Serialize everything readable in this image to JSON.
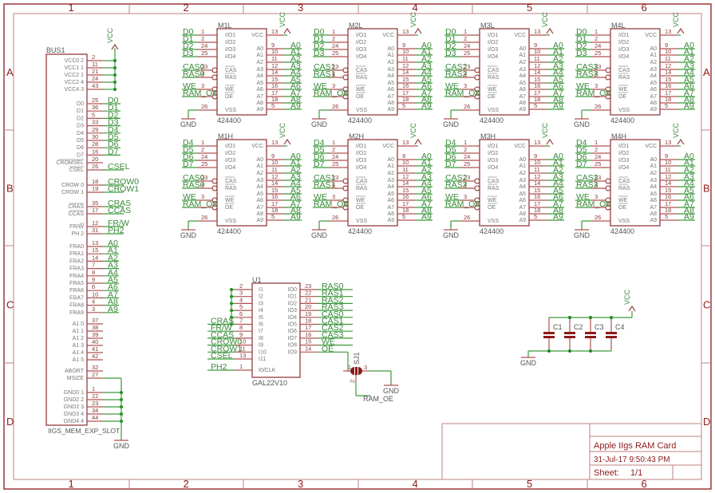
{
  "frame": {
    "columns": [
      "1",
      "2",
      "3",
      "4",
      "5",
      "6"
    ],
    "rows": [
      "A",
      "B",
      "C",
      "D"
    ]
  },
  "title_block": {
    "title": "Apple IIgs RAM Card",
    "date": "31-Jul-17 9:50:43 PM",
    "sheet_label": "Sheet:",
    "sheet_value": "1/1"
  },
  "colors": {
    "frame": "#8b1a1a",
    "wire": "#3a9a3a",
    "pin": "#b05050",
    "junction": "#1a8a1a"
  },
  "bus": {
    "ref": "BUS1",
    "part": "IIGS_MEM_EXP_SLOT",
    "vcc_label": "VCC",
    "gnd_label": "GND",
    "vcc_pins": [
      {
        "name": "VCC0 2",
        "num": "2"
      },
      {
        "name": "VCC1 1",
        "num": "11"
      },
      {
        "name": "VCC2 1",
        "num": "21"
      },
      {
        "name": "VCC2 4",
        "num": "24"
      },
      {
        "name": "VCC4 3",
        "num": "43"
      }
    ],
    "data_pins": [
      {
        "name": "D0",
        "num": "25",
        "net": "D0"
      },
      {
        "name": "D1",
        "num": "36",
        "net": "D1"
      },
      {
        "name": "D2",
        "num": "5",
        "net": "D2"
      },
      {
        "name": "D3",
        "num": "33",
        "net": "D3"
      },
      {
        "name": "D4",
        "num": "29",
        "net": "D4"
      },
      {
        "name": "D5",
        "num": "30",
        "net": "D5"
      },
      {
        "name": "D6",
        "num": "28",
        "net": "D6"
      },
      {
        "name": "D7",
        "num": "16",
        "net": "D7"
      }
    ],
    "ctrl_pins": [
      {
        "name": "CROMSEL",
        "num": "20",
        "net": ""
      },
      {
        "name": "CSEL",
        "num": "26",
        "net": "CSEL"
      },
      {
        "name": "CROW 0",
        "num": "18",
        "net": "CROW0"
      },
      {
        "name": "CROW 1",
        "num": "19",
        "net": "CROW1"
      },
      {
        "name": "CRAS",
        "num": "35",
        "net": "CRAS"
      },
      {
        "name": "CCAS",
        "num": "17",
        "net": "CCAS"
      },
      {
        "name": "FR/W",
        "num": "12",
        "net": "FR/W"
      },
      {
        "name": "PH 2",
        "num": "31",
        "net": "PH2"
      }
    ],
    "fra_pins": [
      {
        "name": "FRA0",
        "num": "13",
        "net": "A0"
      },
      {
        "name": "FRA1",
        "num": "15",
        "net": "A1"
      },
      {
        "name": "FRA2",
        "num": "14",
        "net": "A2"
      },
      {
        "name": "FRA3",
        "num": "7",
        "net": "A3"
      },
      {
        "name": "FRA4",
        "num": "8",
        "net": "A4"
      },
      {
        "name": "FRA5",
        "num": "9",
        "net": "A5"
      },
      {
        "name": "FRA6",
        "num": "6",
        "net": "A6"
      },
      {
        "name": "FRA7",
        "num": "10",
        "net": "A7"
      },
      {
        "name": "FRA8",
        "num": "4",
        "net": "A8"
      },
      {
        "name": "FRA9",
        "num": "3",
        "net": "A9"
      }
    ],
    "addr_pins": [
      {
        "name": "A1 0",
        "num": "37"
      },
      {
        "name": "A1 1",
        "num": "38"
      },
      {
        "name": "A1 2",
        "num": "39"
      },
      {
        "name": "A1 3",
        "num": "40"
      },
      {
        "name": "A1 4",
        "num": "41"
      },
      {
        "name": "A1 5",
        "num": "42"
      }
    ],
    "misc_pins": [
      {
        "name": "ABORT",
        "num": "32"
      },
      {
        "name": "MSIZE",
        "num": "27"
      }
    ],
    "gnd_pins": [
      {
        "name": "GND0 1",
        "num": "1"
      },
      {
        "name": "GND2 2",
        "num": "22"
      },
      {
        "name": "GND2 3",
        "num": "23"
      },
      {
        "name": "GND3 4",
        "num": "34"
      },
      {
        "name": "GND4 4",
        "num": "44"
      }
    ]
  },
  "dram": {
    "part": "424400",
    "left_pin_names": [
      "I/O1",
      "I/O2",
      "I/O3",
      "I/O4",
      "CAS",
      "RAS",
      "WE",
      "OE",
      "VSS"
    ],
    "left_pin_nums": [
      "1",
      "2",
      "24",
      "25",
      "23",
      "4",
      "3",
      "",
      "26"
    ],
    "right_pin_names": [
      "VCC",
      "A0",
      "A1",
      "A2",
      "A3",
      "A4",
      "A5",
      "A6",
      "A7",
      "A8",
      "A9"
    ],
    "right_pin_nums": [
      "13",
      "9",
      "10",
      "11",
      "12",
      "14",
      "15",
      "16",
      "17",
      "18",
      "5"
    ],
    "right_nets": [
      "VCC",
      "A0",
      "A1",
      "A2",
      "A3",
      "A4",
      "A5",
      "A6",
      "A7",
      "A8",
      "A9"
    ],
    "chips": [
      {
        "ref": "M1L",
        "data": [
          "D0",
          "D1",
          "D2",
          "D3"
        ],
        "cas": "CAS0",
        "ras": "RAS0"
      },
      {
        "ref": "M2L",
        "data": [
          "D0",
          "D1",
          "D2",
          "D3"
        ],
        "cas": "CAS1",
        "ras": "RAS1"
      },
      {
        "ref": "M3L",
        "data": [
          "D0",
          "D1",
          "D2",
          "D3"
        ],
        "cas": "CAS2",
        "ras": "RAS2"
      },
      {
        "ref": "M4L",
        "data": [
          "D0",
          "D1",
          "D2",
          "D3"
        ],
        "cas": "CAS3",
        "ras": "RAS3"
      },
      {
        "ref": "M1H",
        "data": [
          "D4",
          "D5",
          "D6",
          "D7"
        ],
        "cas": "CAS0",
        "ras": "RAS0"
      },
      {
        "ref": "M2H",
        "data": [
          "D4",
          "D5",
          "D6",
          "D7"
        ],
        "cas": "CAS1",
        "ras": "RAS1"
      },
      {
        "ref": "M3H",
        "data": [
          "D4",
          "D5",
          "D6",
          "D7"
        ],
        "cas": "CAS2",
        "ras": "RAS2"
      },
      {
        "ref": "M4H",
        "data": [
          "D4",
          "D5",
          "D6",
          "D7"
        ],
        "cas": "CAS3",
        "ras": "RAS3"
      }
    ],
    "we_net": "WE",
    "oe_net": "RAM_OE",
    "gnd_label": "GND"
  },
  "gal": {
    "ref": "U1",
    "part": "GAL22V10",
    "inputs": [
      {
        "name": "I1",
        "num": "2",
        "net": ""
      },
      {
        "name": "I2",
        "num": "3",
        "net": ""
      },
      {
        "name": "I3",
        "num": "4",
        "net": ""
      },
      {
        "name": "I4",
        "num": "5",
        "net": ""
      },
      {
        "name": "I5",
        "num": "6",
        "net": ""
      },
      {
        "name": "I6",
        "num": "7",
        "net": "CRAS"
      },
      {
        "name": "I7",
        "num": "8",
        "net": "FR/W"
      },
      {
        "name": "I8",
        "num": "9",
        "net": "CCAS"
      },
      {
        "name": "I9",
        "num": "10",
        "net": "CROW0"
      },
      {
        "name": "I10",
        "num": "11",
        "net": "CROW1"
      },
      {
        "name": "I11",
        "num": "13",
        "net": "CSEL"
      }
    ],
    "clk": {
      "name": "I0/CLK",
      "num": "1",
      "net": "PH2"
    },
    "outputs": [
      {
        "name": "IO0",
        "num": "23",
        "net": "RAS0"
      },
      {
        "name": "IO1",
        "num": "22",
        "net": "RAS1"
      },
      {
        "name": "IO2",
        "num": "21",
        "net": "RAS2"
      },
      {
        "name": "IO3",
        "num": "20",
        "net": "RAS3"
      },
      {
        "name": "IO4",
        "num": "19",
        "net": "CAS0"
      },
      {
        "name": "IO5",
        "num": "18",
        "net": "CAS1"
      },
      {
        "name": "IO6",
        "num": "17",
        "net": "CAS2"
      },
      {
        "name": "IO7",
        "num": "16",
        "net": "CAS3"
      },
      {
        "name": "IO8",
        "num": "15",
        "net": "WE"
      },
      {
        "name": "IO9",
        "num": "14",
        "net": "OE"
      }
    ]
  },
  "jumper": {
    "ref": "SJ1",
    "pin1": "1",
    "pin2": "2",
    "pin3": "3",
    "net_out": "RAM_OE",
    "gnd_label": "GND"
  },
  "caps": {
    "refs": [
      "C1",
      "C2",
      "C3",
      "C4"
    ],
    "vcc_label": "VCC",
    "gnd_label": "GND"
  }
}
